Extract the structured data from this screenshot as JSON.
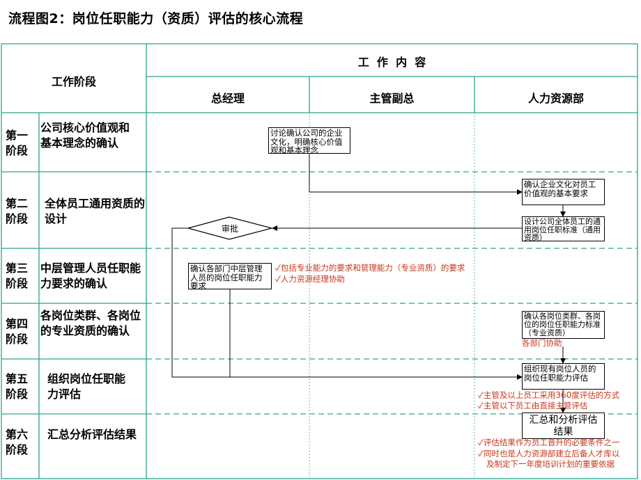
{
  "title": "流程图2：岗位任职能力（资质）评估的核心流程",
  "header": {
    "stage_col": "工作阶段",
    "work_content": "工  作  内  容",
    "columns": [
      "总经理",
      "主管副总",
      "人力资源部"
    ]
  },
  "stages": [
    {
      "num": "第一\n阶段",
      "name": "公司核心价值观和基本理念的确认"
    },
    {
      "num": "第二\n阶段",
      "name": "全体员工通用资质的设计"
    },
    {
      "num": "第三\n阶段",
      "name": "中层管理人员任职能力要求的确认"
    },
    {
      "num": "第四\n阶段",
      "name": "各岗位类群、各岗位的专业资质的确认"
    },
    {
      "num": "第五\n阶段",
      "name": "组织岗位任职能力评估"
    },
    {
      "num": "第六\n阶段",
      "name": "汇总分析评估结果"
    }
  ],
  "nodes": {
    "confirm_culture": "讨论确认公司的企业文化，明确核心价值观和基本理念",
    "basic_requirements": "确认企业文化对员工价值观的基本要求",
    "design_standard": "设计公司全体员工的通用岗位任职标准（通用资质）",
    "approve": "审批",
    "middle_mgmt": "确认各部门中层管理人员的岗位任职能力要求",
    "category_standard": "确认各岗位类群、各岗位的岗位任职能力标准（专业资质）",
    "organize_eval": "组织现有岗位人员的岗位任职能力评估",
    "summarize": "汇总和分析评估结果"
  },
  "notes": {
    "stage3_a": "✓包括专业能力的要求和管理能力（专业资质）的要求",
    "stage3_b": "✓人力资源经理协助",
    "stage4": "各部门协助",
    "stage5_a_pre": "✓主管及以上员工采用",
    "stage5_a_num": "360",
    "stage5_a_post": "度评估的方式",
    "stage5_b": "✓主管以下员工由直接主管评估",
    "stage6_a": "✓评估结果作为员工晋升的必要条件之一",
    "stage6_b": "✓同时也是人力资源部建立后备人才库以",
    "stage6_c": "及制定下一年度培训计划的重要依据"
  },
  "colors": {
    "grid": "#2aa58f",
    "note": "#c8361a",
    "line": "#000000"
  }
}
